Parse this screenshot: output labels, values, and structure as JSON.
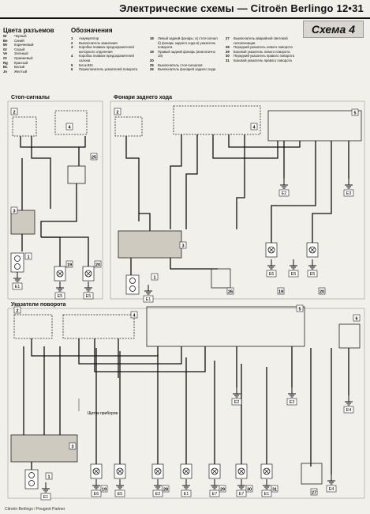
{
  "header": {
    "title": "Электрические схемы — Citroën Berlingo",
    "page": "12•31"
  },
  "scheme_label": "Схема 4",
  "legend": {
    "colors_title": "Цвета разъемов",
    "colors": [
      {
        "code": "Nr",
        "name": "Черный"
      },
      {
        "code": "Be",
        "name": "Синий"
      },
      {
        "code": "Mr",
        "name": "Коричневый"
      },
      {
        "code": "Gr",
        "name": "Серый"
      },
      {
        "code": "Ve",
        "name": "Зеленый"
      },
      {
        "code": "Or",
        "name": "Оранжевый"
      },
      {
        "code": "Rg",
        "name": "Красный"
      },
      {
        "code": "Bc",
        "name": "Белый"
      },
      {
        "code": "Jn",
        "name": "Желтый"
      }
    ],
    "designations_title": "Обозначения",
    "designations": [
      {
        "n": "1",
        "t": "Аккумулятор"
      },
      {
        "n": "2",
        "t": "Выключатель зажигания"
      },
      {
        "n": "3",
        "t": "Коробка плавких предохранителей моторного отделения"
      },
      {
        "n": "4",
        "t": "Коробка плавких предохранителей салона"
      },
      {
        "n": "5",
        "t": "Блок BSI"
      },
      {
        "n": "6",
        "t": "Переключатель указателей поворота"
      },
      {
        "n": "18",
        "t": "Левый задний фонарь: а) стоп-сигнал б) фонарь заднего хода в) указатель поворота"
      },
      {
        "n": "19",
        "t": "Правый задний фонарь (аналогично 18)"
      },
      {
        "n": "20",
        "t": ""
      },
      {
        "n": "25",
        "t": "Выключатель стоп-сигналов"
      },
      {
        "n": "26",
        "t": "Выключатель фонарей заднего хода"
      },
      {
        "n": "27",
        "t": "Выключатель аварийной световой сигнализации"
      },
      {
        "n": "28",
        "t": "Передний указатель левого поворота"
      },
      {
        "n": "29",
        "t": "Боковой указатель левого поворота"
      },
      {
        "n": "30",
        "t": "Передний указатель правого поворота"
      },
      {
        "n": "31",
        "t": "Боковой указатель правого поворота"
      }
    ]
  },
  "sections": {
    "stop": "Стоп-сигналы",
    "reverse": "Фонари заднего хода",
    "turn": "Указатели поворота"
  },
  "annotations": {
    "dashboard": "Щиток приборов"
  },
  "grounds": [
    "E1",
    "E2",
    "E3",
    "E4",
    "E5",
    "E6",
    "E7"
  ],
  "footer": "Citroën Berlingo / Peugeot Partner"
}
